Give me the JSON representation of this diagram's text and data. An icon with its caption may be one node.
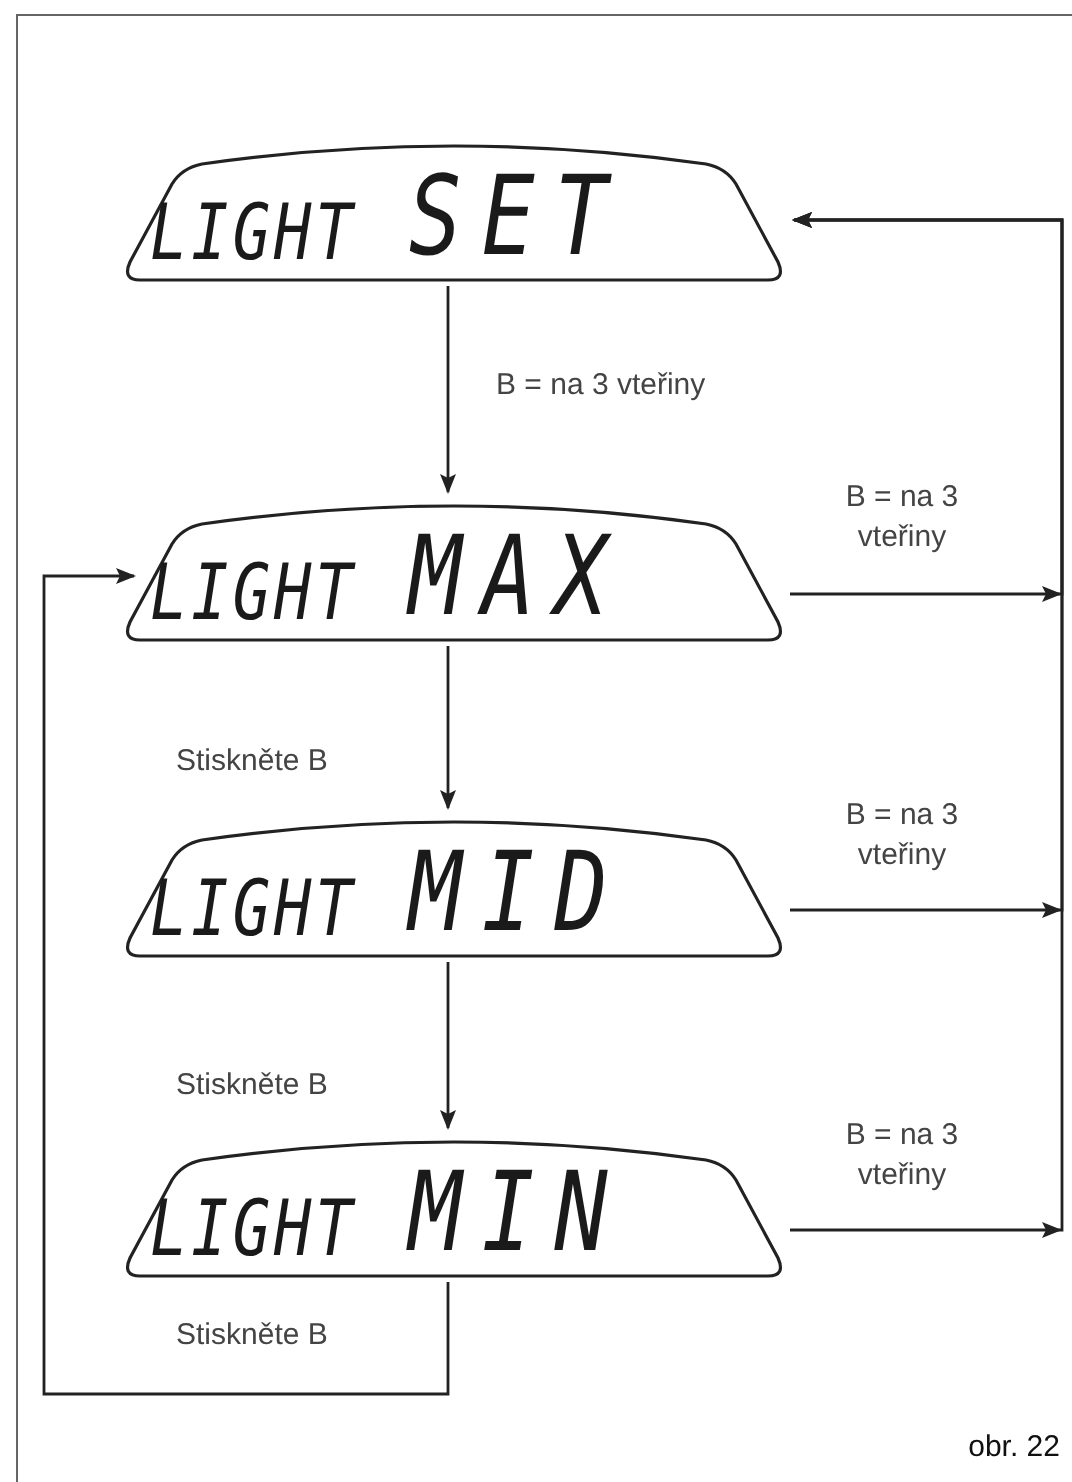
{
  "diagram": {
    "nodes": [
      {
        "text": [
          "LIGHT",
          "SET"
        ]
      },
      {
        "text": [
          "LIGHT",
          "MAX"
        ]
      },
      {
        "text": [
          "LIGHT",
          "MID"
        ]
      },
      {
        "text": [
          "LIGHT",
          "MIN"
        ]
      }
    ],
    "edges": [
      {
        "from": 0,
        "to": 1,
        "arrow": "to",
        "label": "B = na 3 vteřiny"
      },
      {
        "from": 1,
        "to": 2,
        "arrow": "to",
        "label": "Stiskněte B"
      },
      {
        "from": 2,
        "to": 3,
        "arrow": "to",
        "label": "Stiskněte B"
      },
      {
        "from": 3,
        "to": 1,
        "arrow": "to",
        "label": "Stiskněte B"
      },
      {
        "from": 1,
        "to": 0,
        "arrow": "to",
        "label": "B = na 3 vteřiny"
      },
      {
        "from": 2,
        "to": 0,
        "arrow": "to",
        "label": "B = na 3 vteřiny"
      },
      {
        "from": 3,
        "to": 0,
        "arrow": "to",
        "label": "B = na 3 vteřiny"
      }
    ],
    "labels": [
      "obr. 22"
    ]
  }
}
